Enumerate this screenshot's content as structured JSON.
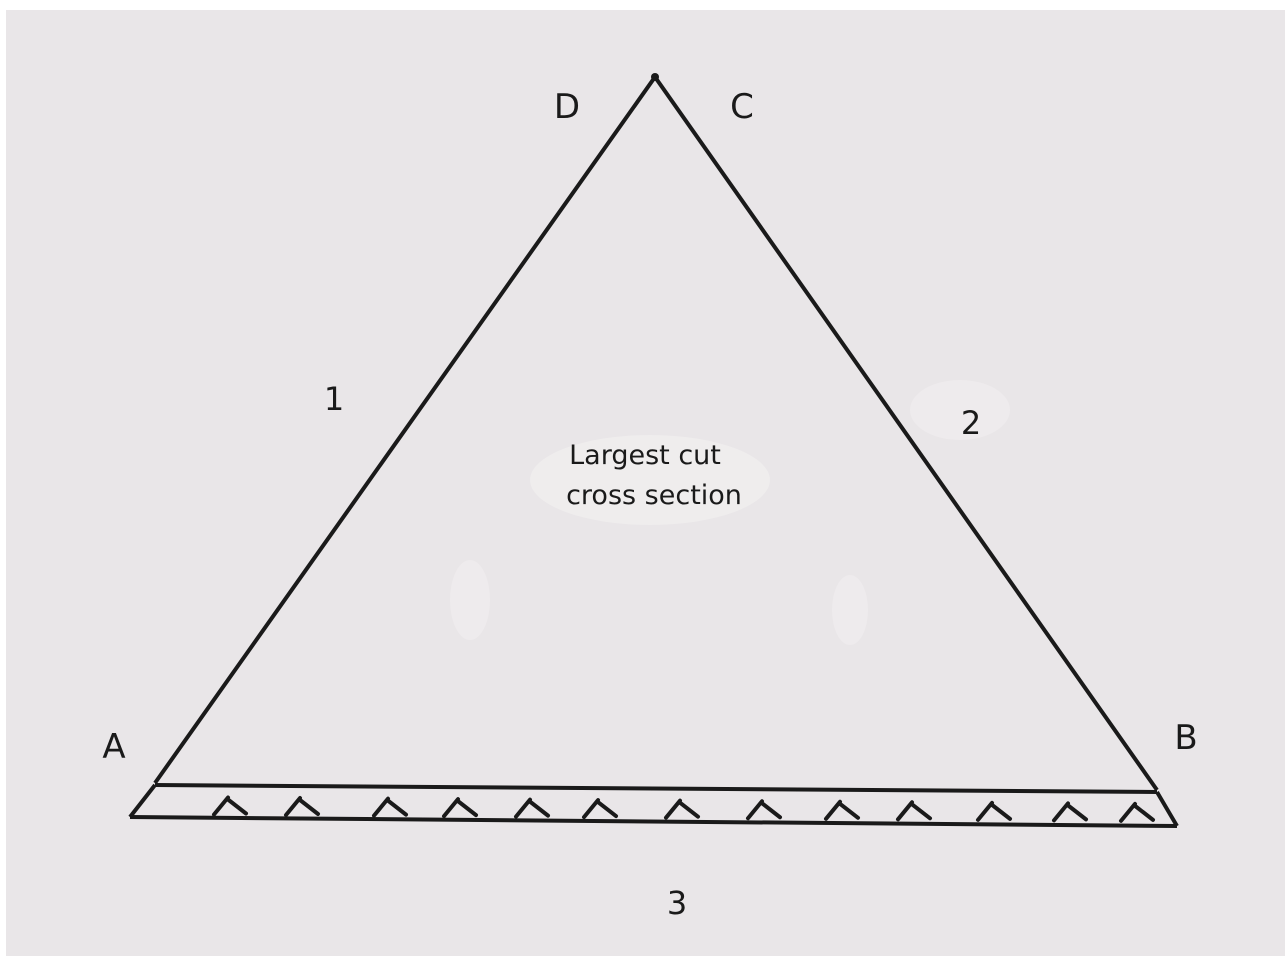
{
  "diagram": {
    "background_color": "#e9e6e8",
    "line_color": "#1a1a1a",
    "vertices": {
      "a": "A",
      "b": "B",
      "c": "C",
      "d": "D"
    },
    "sides": {
      "left": "1",
      "right": "2",
      "bottom": "3"
    },
    "center_label": {
      "line1": "Largest cut",
      "line2": "cross section"
    }
  }
}
